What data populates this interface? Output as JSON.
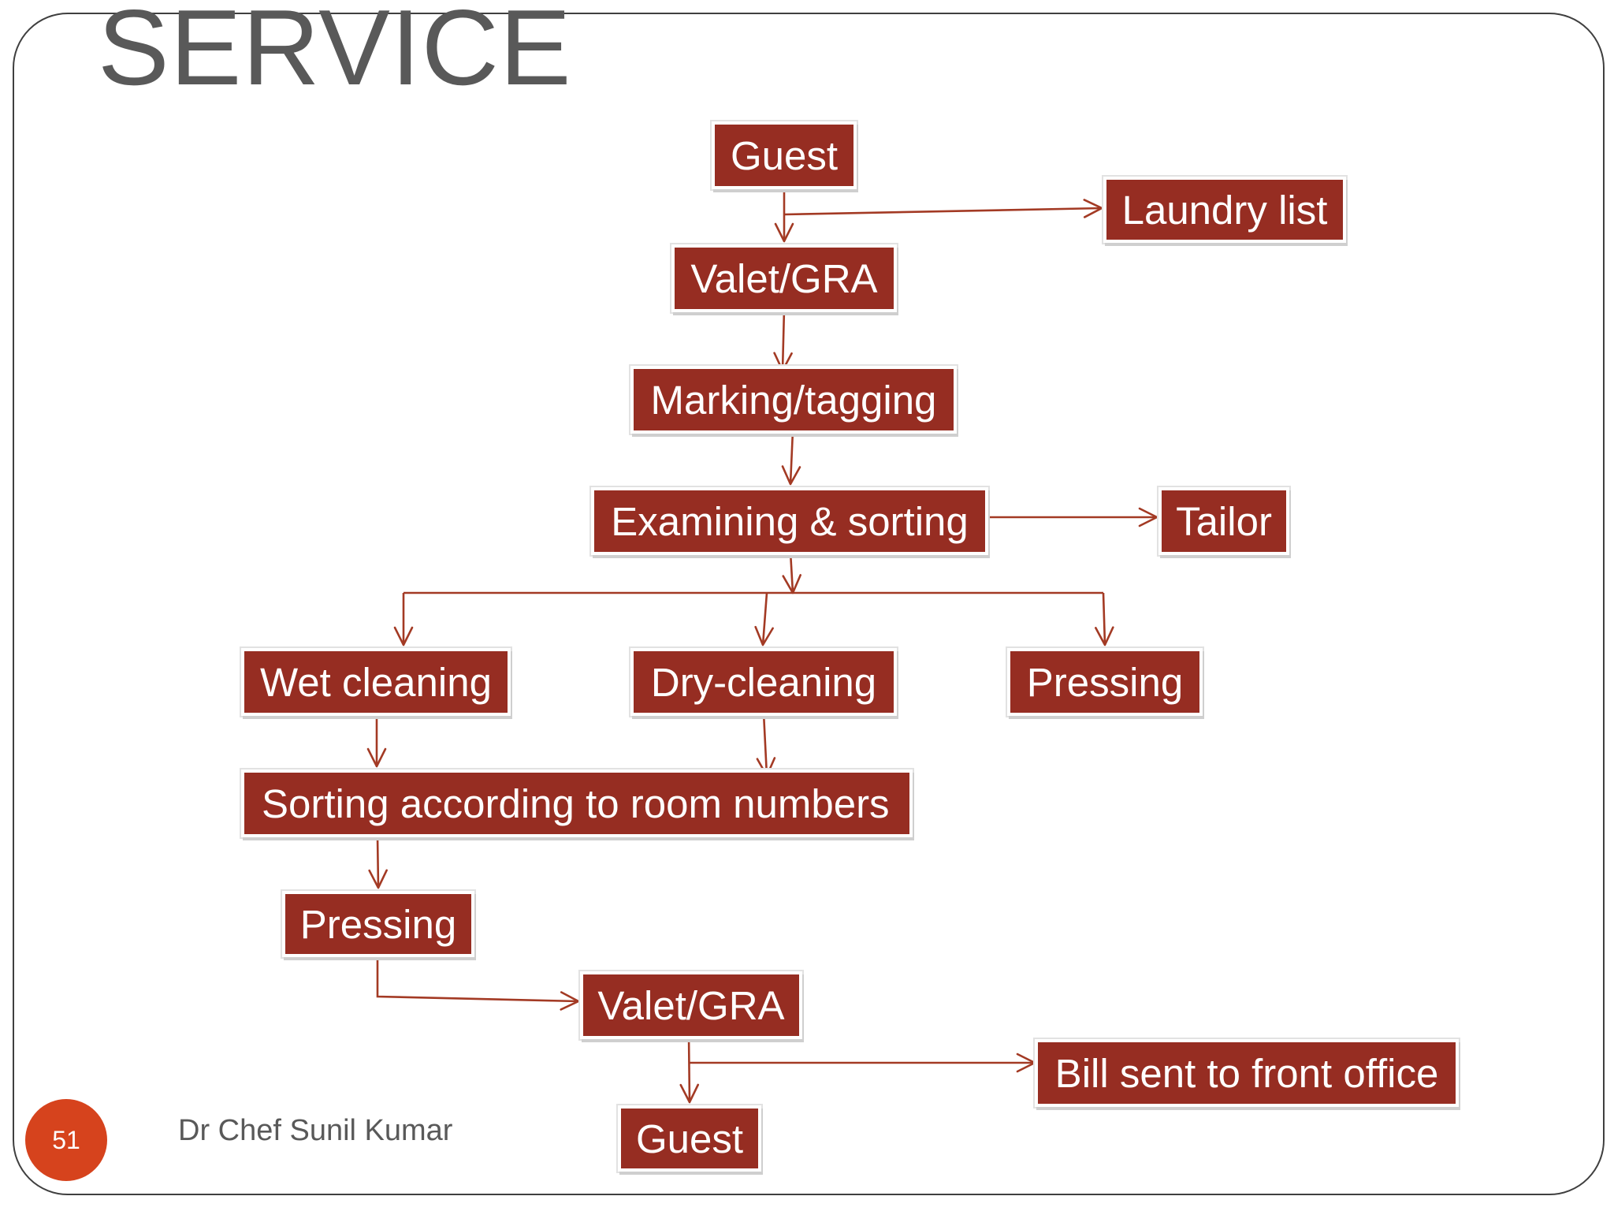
{
  "slide": {
    "title": "SERVICE",
    "slide_number": "51",
    "author": "Dr Chef Sunil Kumar"
  },
  "diagram": {
    "nodes": [
      {
        "id": "guest-top",
        "label": "Guest"
      },
      {
        "id": "laundry-list",
        "label": "Laundry list"
      },
      {
        "id": "valet-gra-top",
        "label": "Valet/GRA"
      },
      {
        "id": "marking-tagging",
        "label": "Marking/tagging"
      },
      {
        "id": "examining-sorting",
        "label": "Examining & sorting"
      },
      {
        "id": "tailor",
        "label": "Tailor"
      },
      {
        "id": "wet-cleaning",
        "label": "Wet cleaning"
      },
      {
        "id": "dry-cleaning",
        "label": "Dry-cleaning"
      },
      {
        "id": "pressing-right",
        "label": "Pressing"
      },
      {
        "id": "sorting-room-numbers",
        "label": "Sorting according to room numbers"
      },
      {
        "id": "pressing-lower",
        "label": "Pressing"
      },
      {
        "id": "valet-gra-bottom",
        "label": "Valet/GRA"
      },
      {
        "id": "bill-front-office",
        "label": "Bill sent to front office"
      },
      {
        "id": "guest-bottom",
        "label": "Guest"
      }
    ],
    "edges": [
      {
        "from": "guest-top",
        "to": "valet-gra-top"
      },
      {
        "from": "guest-top",
        "to": "laundry-list"
      },
      {
        "from": "valet-gra-top",
        "to": "marking-tagging"
      },
      {
        "from": "marking-tagging",
        "to": "examining-sorting"
      },
      {
        "from": "examining-sorting",
        "to": "tailor"
      },
      {
        "from": "examining-sorting",
        "to": "wet-cleaning"
      },
      {
        "from": "examining-sorting",
        "to": "dry-cleaning"
      },
      {
        "from": "examining-sorting",
        "to": "pressing-right"
      },
      {
        "from": "wet-cleaning",
        "to": "sorting-room-numbers"
      },
      {
        "from": "dry-cleaning",
        "to": "sorting-room-numbers"
      },
      {
        "from": "sorting-room-numbers",
        "to": "pressing-lower"
      },
      {
        "from": "pressing-lower",
        "to": "valet-gra-bottom"
      },
      {
        "from": "valet-gra-bottom",
        "to": "guest-bottom"
      },
      {
        "from": "valet-gra-bottom",
        "to": "bill-front-office"
      }
    ],
    "colors": {
      "node_fill": "#962d22",
      "node_text": "#ffffff",
      "arrow": "#a33a24",
      "slide_number_badge": "#d6431d",
      "title_text": "#595959"
    }
  }
}
